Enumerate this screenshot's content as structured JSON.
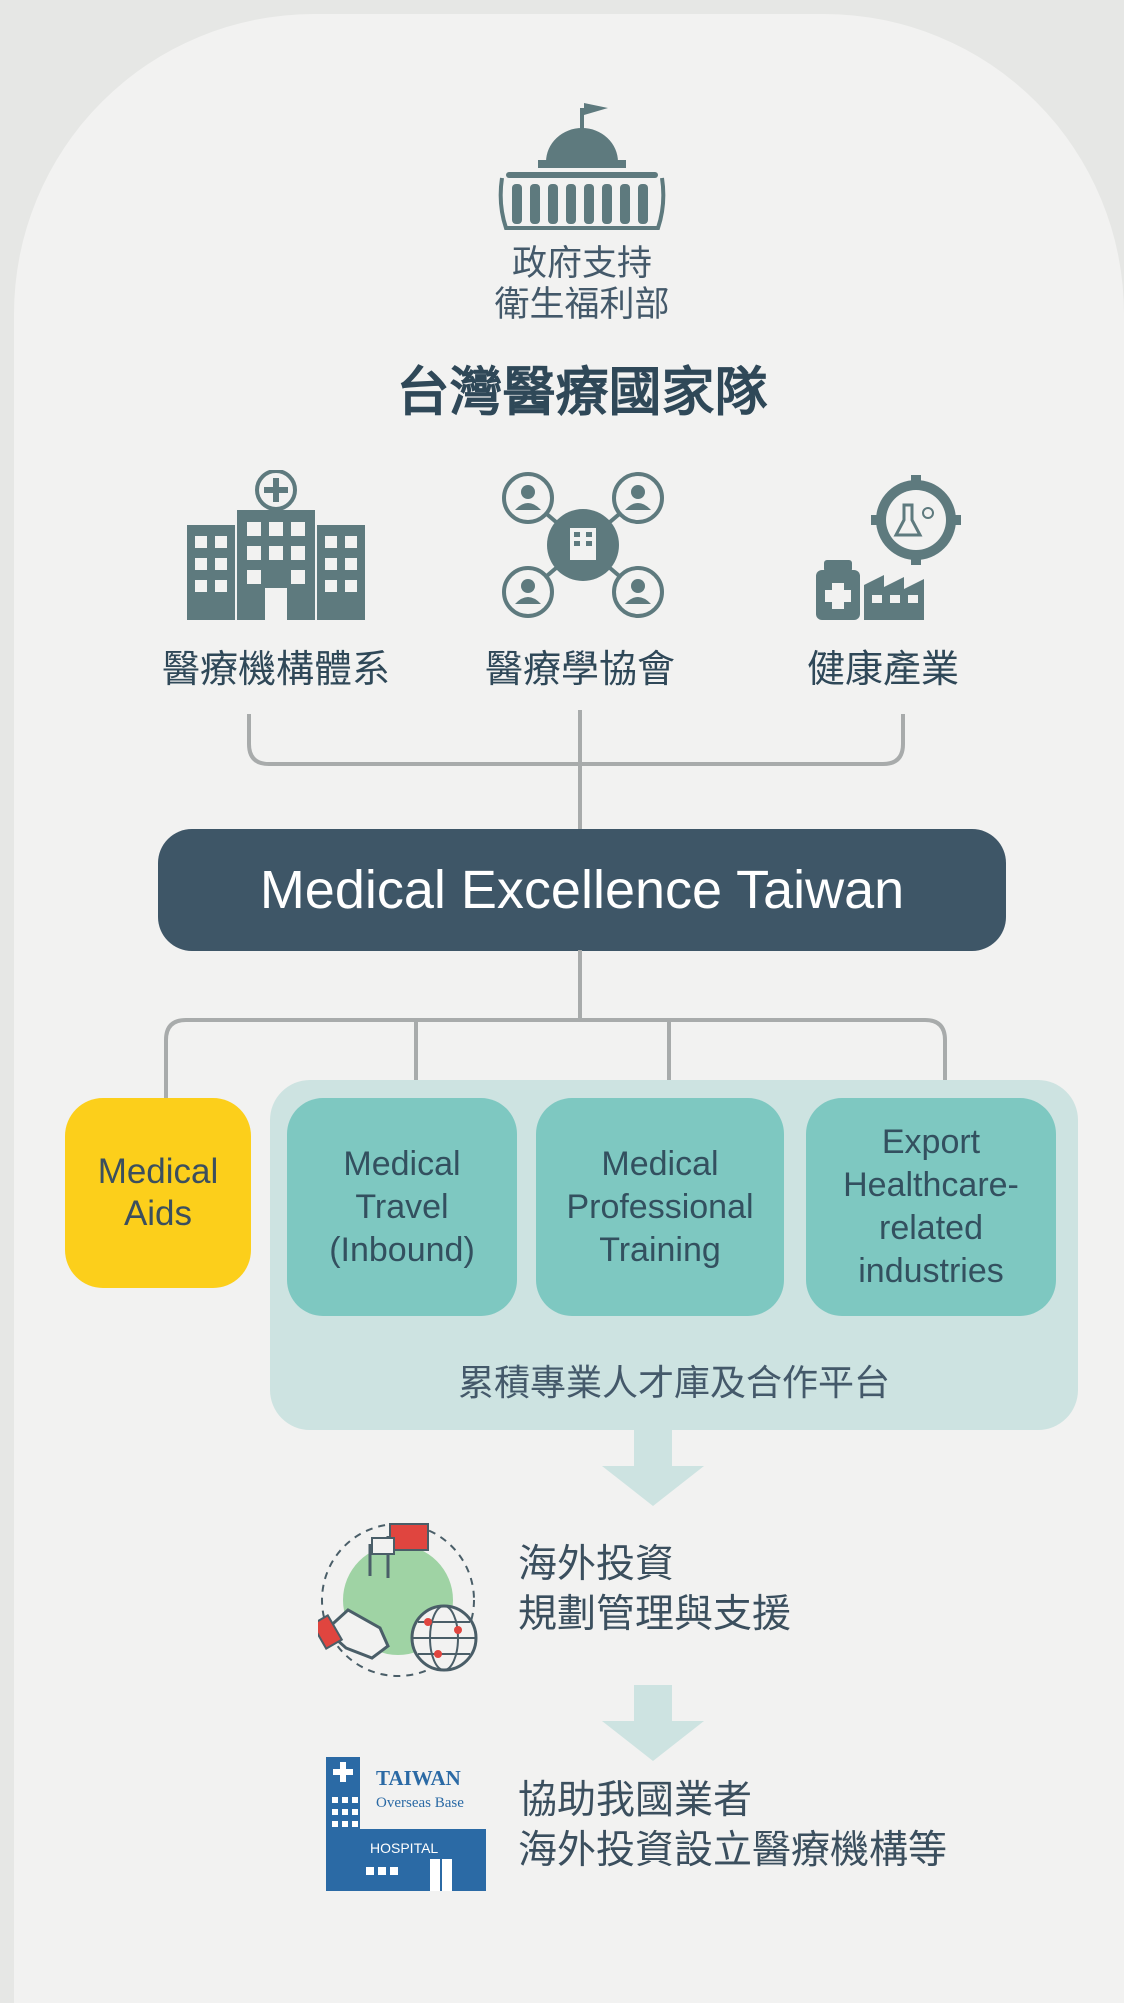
{
  "government": {
    "line1": "政府支持",
    "line2": "衛生福利部"
  },
  "team_title": "台灣醫療國家隊",
  "pillars": [
    {
      "label": "醫療機構體系",
      "icon": "hospital-building-icon"
    },
    {
      "label": "醫療學協會",
      "icon": "association-network-icon"
    },
    {
      "label": "健康產業",
      "icon": "health-industry-icon"
    }
  ],
  "banner": "Medical Excellence Taiwan",
  "services": {
    "medical_aids": "Medical\nAids",
    "items": [
      "Medical\nTravel\n(Inbound)",
      "Medical\nProfessional\nTraining",
      "Export\nHealthcare-\nrelated\nindustries"
    ],
    "platform_label": "累積專業人才庫及合作平台"
  },
  "steps": [
    {
      "line1": "海外投資",
      "line2": "規劃管理與支援",
      "icon": "investment-handshake-globe-icon"
    },
    {
      "line1": "協助我國業者",
      "line2": "海外投資設立醫療機構等",
      "icon": "overseas-hospital-icon"
    }
  ],
  "hospital_badge": {
    "brand": "TAIWAN",
    "sub": "Overseas Base",
    "sign": "HOSPITAL"
  },
  "colors": {
    "background": "#f2f2f1",
    "banner": "#3e5667",
    "medical_aids": "#fccf1b",
    "service_box": "#7ec8c1",
    "group_bg": "#cde3e1",
    "icon_gray": "#5e7a7e",
    "hospital_blue": "#2b6aa5"
  }
}
